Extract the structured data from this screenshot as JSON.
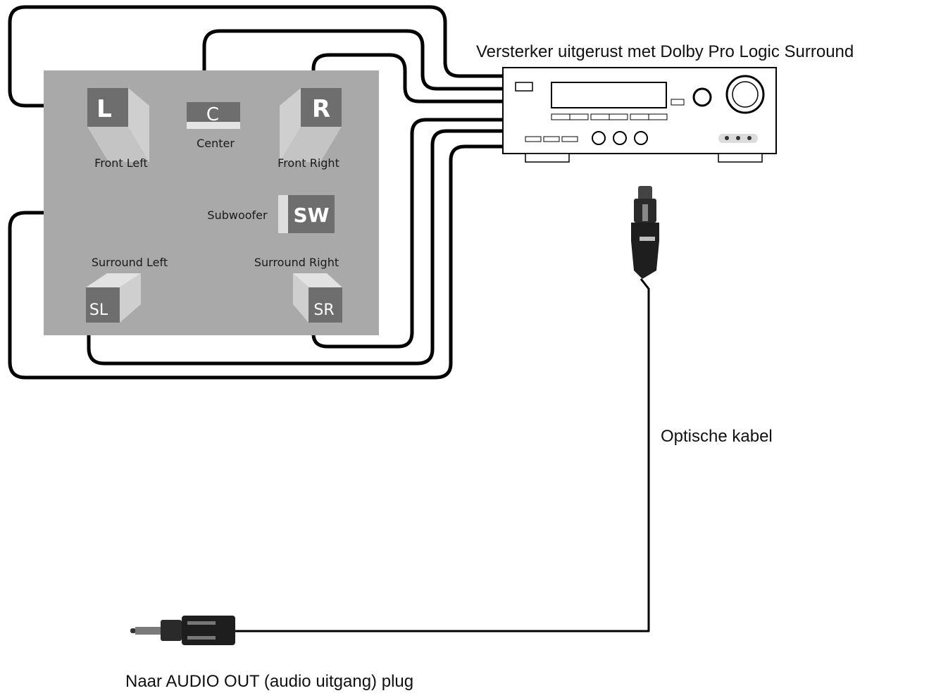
{
  "amplifier": {
    "caption": "Versterker uitgerust met Dolby Pro Logic Surround"
  },
  "cable": {
    "caption": "Optische kabel"
  },
  "audio_out": {
    "caption": "Naar AUDIO OUT (audio uitgang) plug"
  },
  "speakers": {
    "front_left": {
      "letter": "L",
      "label": "Front Left"
    },
    "center": {
      "letter": "C",
      "label": "Center"
    },
    "front_right": {
      "letter": "R",
      "label": "Front Right"
    },
    "subwoofer": {
      "letter": "SW",
      "label": "Subwoofer"
    },
    "surround_left": {
      "letter": "SL",
      "label": "Surround Left"
    },
    "surround_right": {
      "letter": "SR",
      "label": "Surround Right"
    }
  },
  "colors": {
    "room": "#a9a9a9",
    "speaker_face": "#6e6e6e",
    "speaker_side": "#cfcfcf",
    "wire": "#000000"
  }
}
